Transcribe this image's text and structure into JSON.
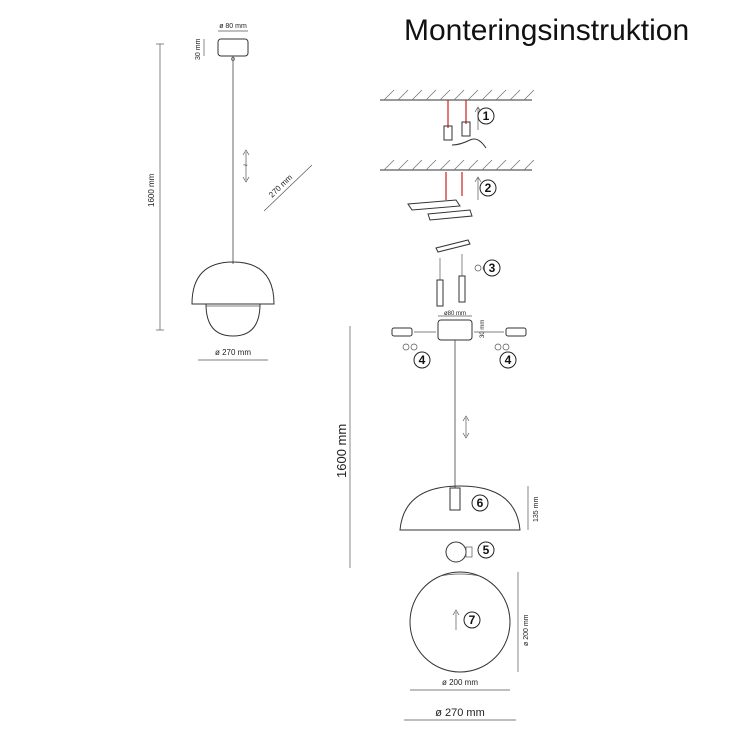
{
  "title": "Monteringsinstruktion",
  "left_view": {
    "canopy_diameter": "ø 80 mm",
    "canopy_height": "30 mm",
    "total_height": "1600 mm",
    "cable_adjust": "270 mm",
    "shade_diameter": "ø 270 mm"
  },
  "right_view": {
    "canopy_diameter": "ø80 mm",
    "canopy_height": "30 mm",
    "total_height": "1600 mm",
    "shade_height": "135 mm",
    "globe_height": "ø 200 mm",
    "globe_diameter": "ø 200 mm",
    "shade_diameter": "ø 270 mm"
  },
  "steps": [
    "1",
    "2",
    "3",
    "4",
    "4",
    "5",
    "6",
    "7"
  ],
  "accent_color": "#cc2222"
}
